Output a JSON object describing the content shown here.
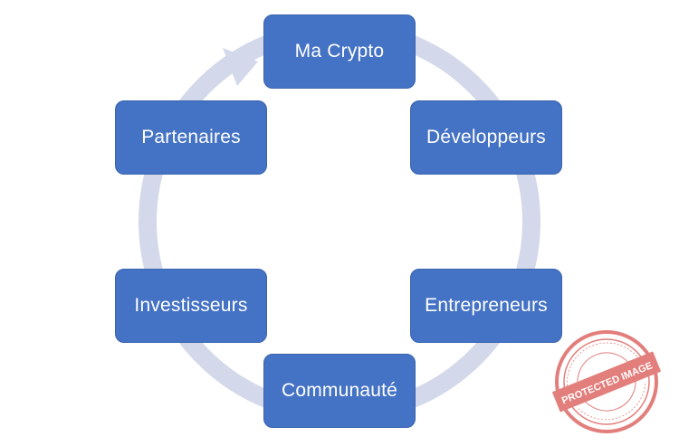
{
  "diagram": {
    "nodes": [
      {
        "label": "Ma Crypto"
      },
      {
        "label": "Développeurs"
      },
      {
        "label": "Entrepreneurs"
      },
      {
        "label": "Communauté"
      },
      {
        "label": "Investisseurs"
      },
      {
        "label": "Partenaires"
      }
    ],
    "colors": {
      "node_fill": "#4472c4",
      "node_text": "#ffffff",
      "ring": "#d3d9ea",
      "stamp": "#d9534f"
    }
  },
  "watermark": {
    "text": "PROTECTED IMAGE",
    "ring_text": "COPYRIGHT COPY PROTECTION PLUGIN"
  }
}
